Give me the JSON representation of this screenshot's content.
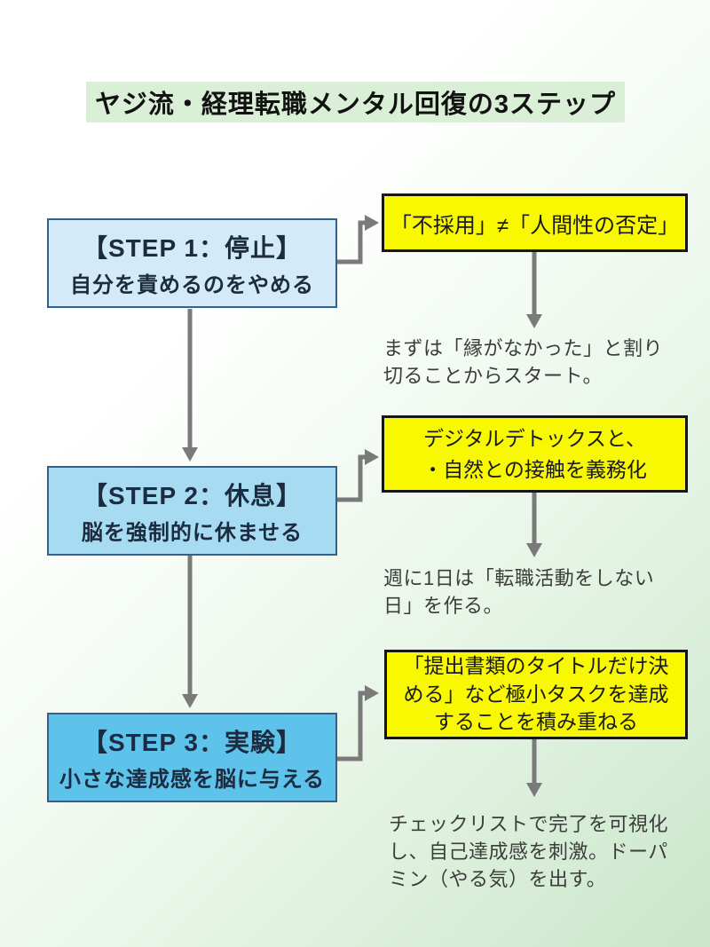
{
  "title": "ヤジ流・経理転職メンタル回復の3ステップ",
  "steps": [
    {
      "heading": "【STEP 1：停止】",
      "subheading": "自分を責めるのをやめる",
      "callout": "「不採用」≠「人間性の否定」",
      "note": "まずは「縁がなかった」と割り\n切ることからスタート。"
    },
    {
      "heading": "【STEP 2：休息】",
      "subheading": "脳を強制的に休ませる",
      "callout": "デジタルデトックスと、\n・自然との接触を義務化",
      "note": "週に1日は「転職活動をしない\n日」を作る。"
    },
    {
      "heading": "【STEP 3：実験】",
      "subheading": "小さな達成感を脳に与える",
      "callout": "「提出書類のタイトルだけ決\nめる」など極小タスクを達成\nすることを積み重ねる",
      "note": "チェックリストで完了を可視化\nし、自己達成感を刺激。ドーパ\nミン（やる気）を出す。"
    }
  ],
  "colors": {
    "title-bg": "#d9efd6",
    "step1-fill": "#d3eaf8",
    "step2-fill": "#a6dbf2",
    "step3-fill": "#5ec3ea",
    "step-border": "#2f6191",
    "step-text": "#1c2b40",
    "callout-bg": "#f8f800",
    "callout-border": "#161616",
    "arrow": "#7a7a7a",
    "note-text": "#3c3c3c"
  }
}
